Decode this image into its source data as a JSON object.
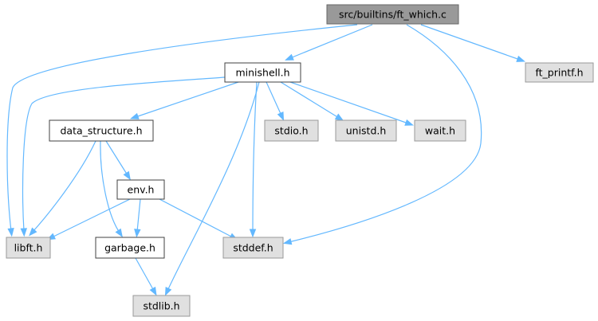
{
  "graph": {
    "title": "src/builtins/ft_which.c",
    "nodes": {
      "root": "src/builtins/ft_which.c",
      "minishell": "minishell.h",
      "ft_printf": "ft_printf.h",
      "data_structure": "data_structure.h",
      "stdio": "stdio.h",
      "unistd": "unistd.h",
      "wait": "wait.h",
      "env": "env.h",
      "libft": "libft.h",
      "garbage": "garbage.h",
      "stddef": "stddef.h",
      "stdlib": "stdlib.h"
    },
    "edges": [
      [
        "root",
        "minishell"
      ],
      [
        "root",
        "ft_printf"
      ],
      [
        "root",
        "libft"
      ],
      [
        "root",
        "stddef"
      ],
      [
        "minishell",
        "data_structure"
      ],
      [
        "minishell",
        "stdio"
      ],
      [
        "minishell",
        "unistd"
      ],
      [
        "minishell",
        "wait"
      ],
      [
        "minishell",
        "libft"
      ],
      [
        "minishell",
        "stddef"
      ],
      [
        "minishell",
        "stdlib"
      ],
      [
        "data_structure",
        "env"
      ],
      [
        "data_structure",
        "libft"
      ],
      [
        "data_structure",
        "garbage"
      ],
      [
        "env",
        "libft"
      ],
      [
        "env",
        "garbage"
      ],
      [
        "env",
        "stddef"
      ],
      [
        "garbage",
        "stdlib"
      ]
    ],
    "colors": {
      "edge": "#63b8ff",
      "root_fill": "#999999",
      "internal_fill": "#ffffff",
      "external_fill": "#e0e0e0"
    }
  }
}
